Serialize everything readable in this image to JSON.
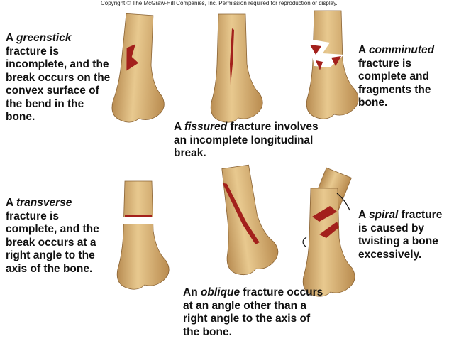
{
  "copyright": "Copyright © The McGraw-Hill Companies, Inc. Permission required for reproduction or display.",
  "fractures": [
    {
      "name": "greenstick",
      "pre": "A ",
      "term": "greenstick",
      "post": " fracture is incomplete, and the break occurs on the convex surface of the bend in the bone."
    },
    {
      "name": "fissured",
      "pre": "A ",
      "term": "fissured",
      "post": " fracture involves an incomplete longitudinal break."
    },
    {
      "name": "comminuted",
      "pre": "A ",
      "term": "comminuted",
      "post": " fracture is complete and fragments the bone."
    },
    {
      "name": "transverse",
      "pre": "A ",
      "term": "transverse",
      "post": " fracture is complete, and the break occurs at a right angle to the axis of the bone."
    },
    {
      "name": "oblique",
      "pre": "An ",
      "term": "oblique",
      "post": " fracture occurs at an angle other than a right angle to the axis of the bone."
    },
    {
      "name": "spiral",
      "pre": "A ",
      "term": "spiral",
      "post": " fracture is caused by twisting a bone excessively."
    }
  ],
  "colors": {
    "bone": "#d9b679",
    "bone_shade": "#a87d45",
    "blood": "#a3201c"
  }
}
